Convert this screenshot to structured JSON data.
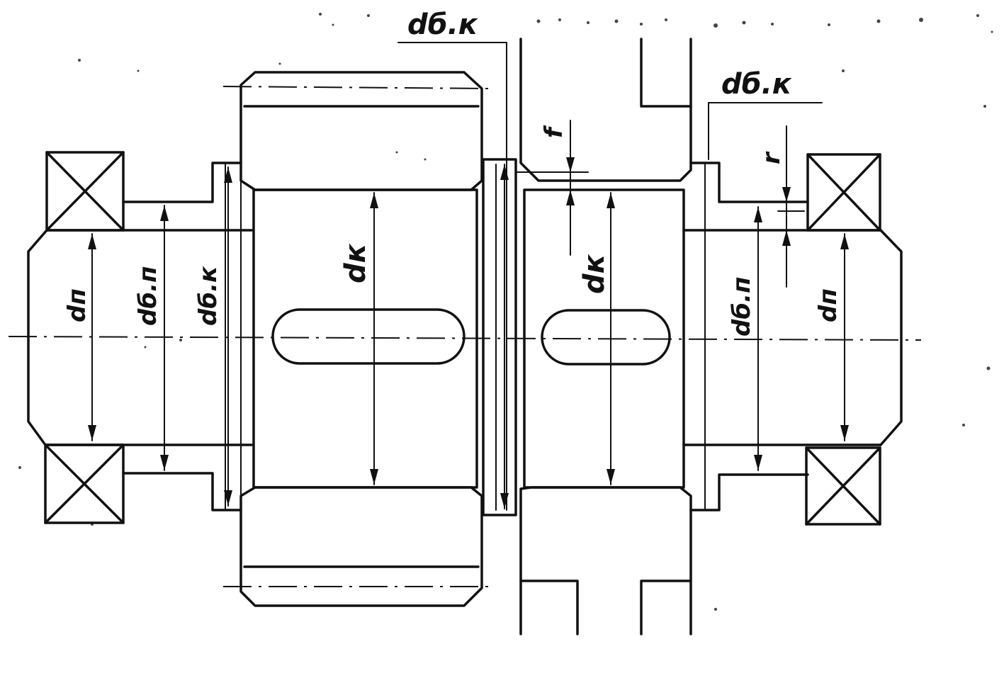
{
  "labels": {
    "d_bk_top": "dб.к",
    "d_bk_right_top": "dб.к",
    "d_bk_left": "dб.к",
    "d_k_left": "dк",
    "d_k_right": "dк",
    "d_bp_left": "dб.п",
    "d_bp_right": "dб.п",
    "d_p_left": "dп",
    "d_p_right": "dп",
    "f": "f",
    "r": "r"
  },
  "colors": {
    "line": "#111111",
    "background": "#ffffff"
  }
}
